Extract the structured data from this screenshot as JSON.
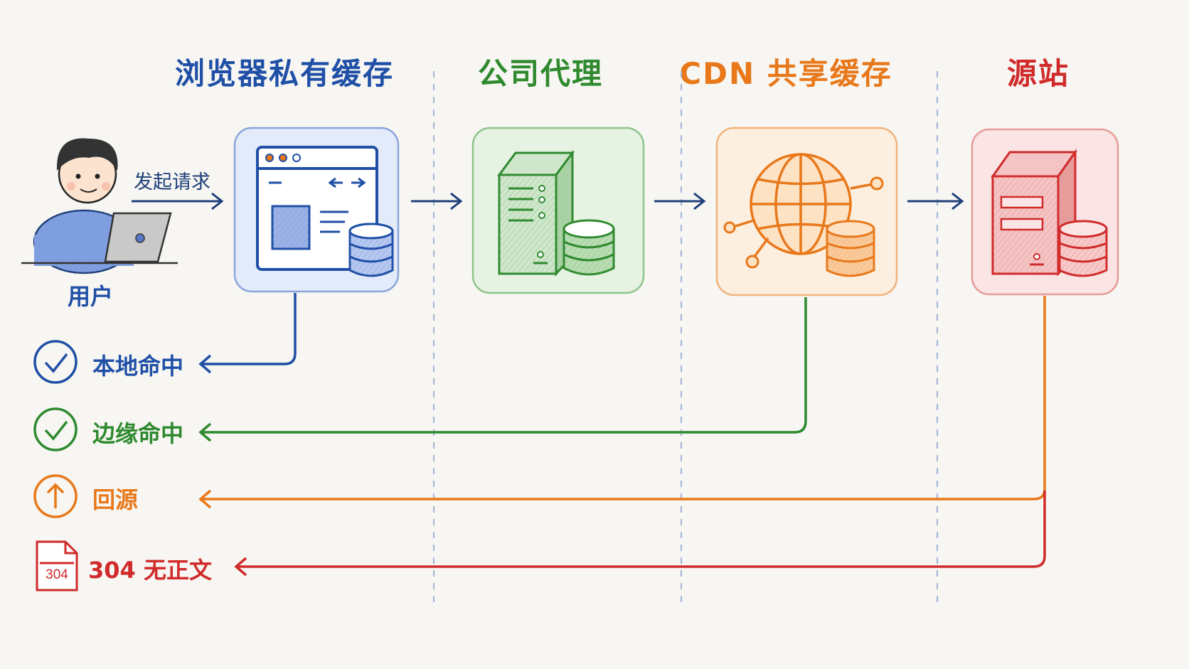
{
  "columns": [
    {
      "title": "浏览器私有缓存",
      "color": "#1f4fa6"
    },
    {
      "title": "公司代理",
      "color": "#2f8a2f"
    },
    {
      "title": "CDN 共享缓存",
      "color": "#e8781a"
    },
    {
      "title": "源站",
      "color": "#d02a2a"
    }
  ],
  "user": {
    "label": "用户",
    "request_label": "发起请求"
  },
  "responses": [
    {
      "label": "本地命中",
      "icon": "check-circle-icon",
      "color": "#1f4fa6"
    },
    {
      "label": "边缘命中",
      "icon": "check-circle-icon",
      "color": "#2f8a2f"
    },
    {
      "label": "回源",
      "icon": "arrow-up-circle-icon",
      "color": "#e8781a"
    },
    {
      "label": "304 无正文",
      "icon": "document-304-icon",
      "color": "#d02a2a",
      "badge": "304"
    }
  ],
  "colors": {
    "arrow": "#1f3f7a",
    "divider": "#9fb4d4",
    "background": "#f7f6f2"
  }
}
